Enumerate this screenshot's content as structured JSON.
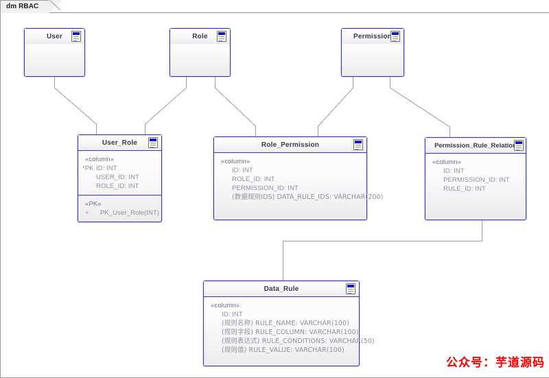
{
  "diagram": {
    "tab_label": "dm RBAC",
    "watermark": "公众号：芋道源码",
    "accent_border": "#3333cc",
    "connector_color": "#9b9b9b",
    "watermark_color": "#fb0000"
  },
  "nodes": {
    "user": {
      "title": "User",
      "icon": "table-icon"
    },
    "role": {
      "title": "Role",
      "icon": "table-icon"
    },
    "permission": {
      "title": "Permission",
      "icon": "table-icon"
    },
    "user_role": {
      "title": "User_Role",
      "icon": "table-icon",
      "columns_stereotype": "«column»",
      "pk_mark": "*PK",
      "pk_column": "ID: INT",
      "columns": [
        "USER_ID: INT",
        "ROLE_ID: INT"
      ],
      "ops_stereotype": "«PK»",
      "op_visibility": "+",
      "operation": "PK_User_Role(INT)"
    },
    "role_permission": {
      "title": "Role_Permission",
      "icon": "table-icon",
      "columns_stereotype": "«column»",
      "columns": [
        "ID: INT",
        "ROLE_ID: INT",
        "PERMISSION_ID: INT",
        "(数据规则IDS) DATA_RULE_IDS: VARCHAR(200)"
      ]
    },
    "permission_rule_relation": {
      "title": "Permission_Rule_Relation",
      "icon": "table-icon",
      "columns_stereotype": "«column»",
      "columns": [
        "ID: INT",
        "PERMISSION_ID: INT",
        "RULE_ID: INT"
      ]
    },
    "data_rule": {
      "title": "Data_Rule",
      "icon": "table-icon",
      "columns_stereotype": "«column»",
      "columns": [
        "ID: INT",
        "(规则名称) RULE_NAME: VARCHAR(100)",
        "(规则字段) RULE_COLUMN: VARCHAR(100)",
        "(规则表达式) RULE_CONDITIONS: VARCHAR(50)",
        "(规则值) RULE_VALUE: VARCHAR(100)"
      ]
    }
  }
}
